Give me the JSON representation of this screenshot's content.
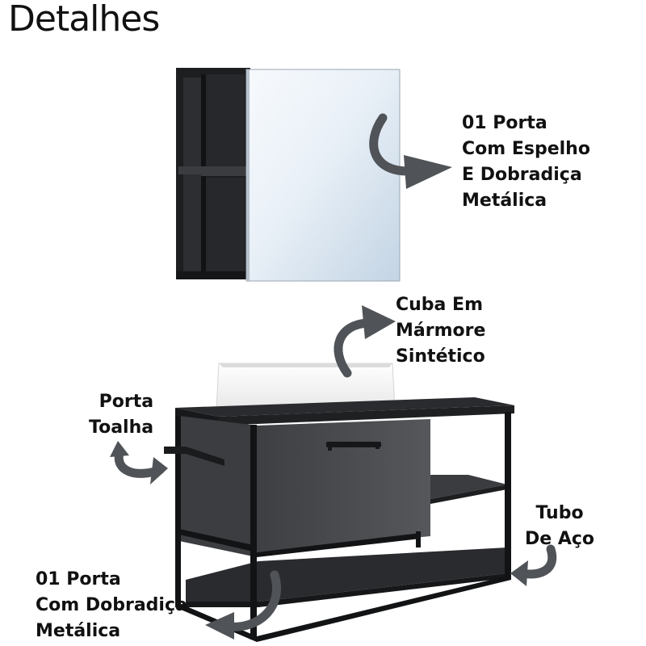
{
  "title": "Detalhes",
  "labels": {
    "mirror_door": [
      "01 Porta",
      "Com Espelho",
      "E Dobradiça",
      "Metálica"
    ],
    "basin": [
      "Cuba Em",
      "Mármore",
      "Sintético"
    ],
    "towel_rack": [
      "Porta",
      "Toalha"
    ],
    "steel_tube": [
      "Tubo",
      "De Aço"
    ],
    "drawer_door": [
      "01 Porta",
      "Com Dobradiça",
      "Metálica"
    ]
  },
  "colors": {
    "cabinet_black": "#1d1e20",
    "drawer_gray": "#4a4c4f",
    "arrow_gray": "#505357",
    "mirror_light": "#eef3f8",
    "mirror_blue": "#c5d6e6",
    "basin_white": "#f6f6f6"
  }
}
